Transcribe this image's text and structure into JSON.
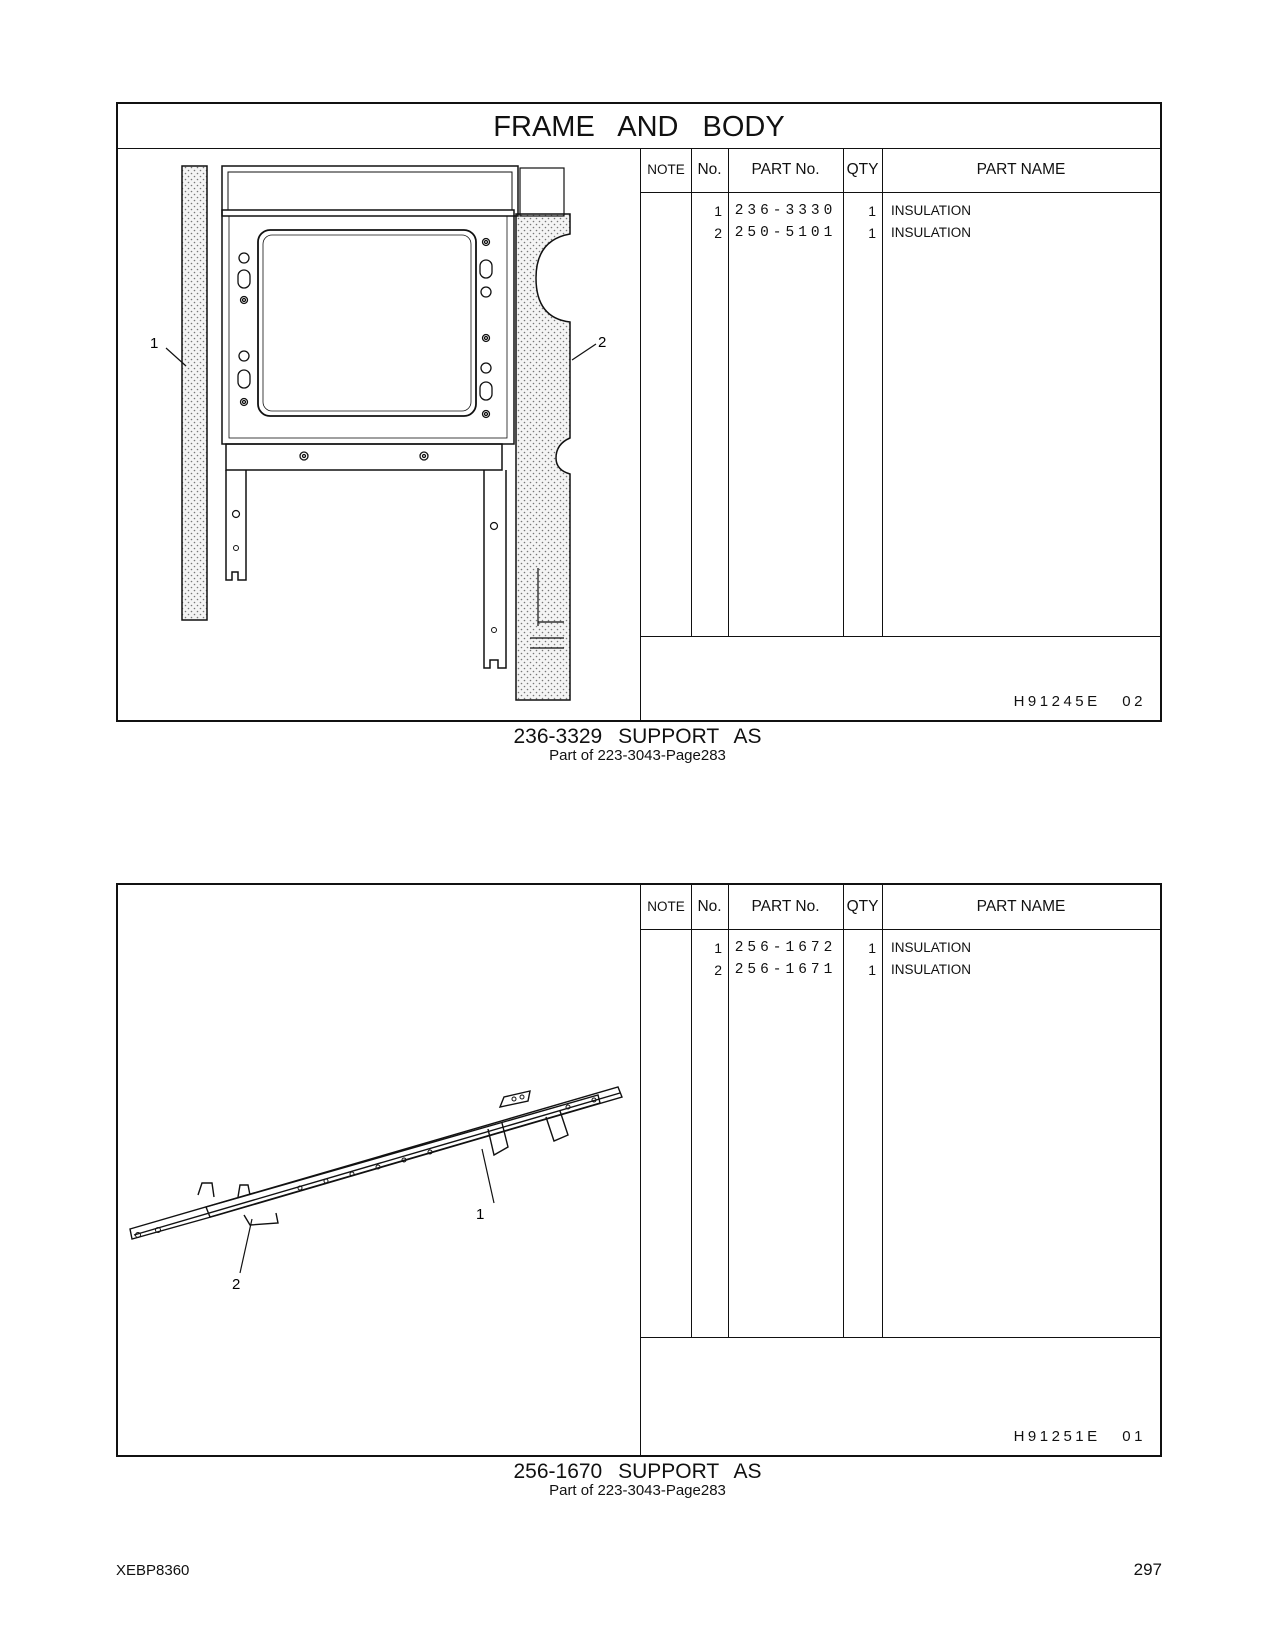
{
  "section_title": "FRAME AND BODY",
  "table_headers": {
    "note": "NOTE",
    "no": "No.",
    "part_no": "PART No.",
    "qty": "QTY",
    "part_name": "PART NAME"
  },
  "groups": [
    {
      "rows": [
        {
          "no": "1",
          "part_no": "236-3330",
          "qty": "1",
          "name": "INSULATION"
        },
        {
          "no": "2",
          "part_no": "250-5101",
          "qty": "1",
          "name": "INSULATION"
        }
      ],
      "illustration_code": "H91245E 02",
      "callouts": [
        "1",
        "2"
      ],
      "caption_title": "236-3329 SUPPORT AS",
      "caption_sub": "Part of 223-3043-Page283"
    },
    {
      "rows": [
        {
          "no": "1",
          "part_no": "256-1672",
          "qty": "1",
          "name": "INSULATION"
        },
        {
          "no": "2",
          "part_no": "256-1671",
          "qty": "1",
          "name": "INSULATION"
        }
      ],
      "illustration_code": "H91251E 01",
      "callouts": [
        "1",
        "2"
      ],
      "caption_title": "256-1670 SUPPORT AS",
      "caption_sub": "Part of 223-3043-Page283"
    }
  ],
  "footer": {
    "doc_id": "XEBP8360",
    "page_number": "297"
  }
}
